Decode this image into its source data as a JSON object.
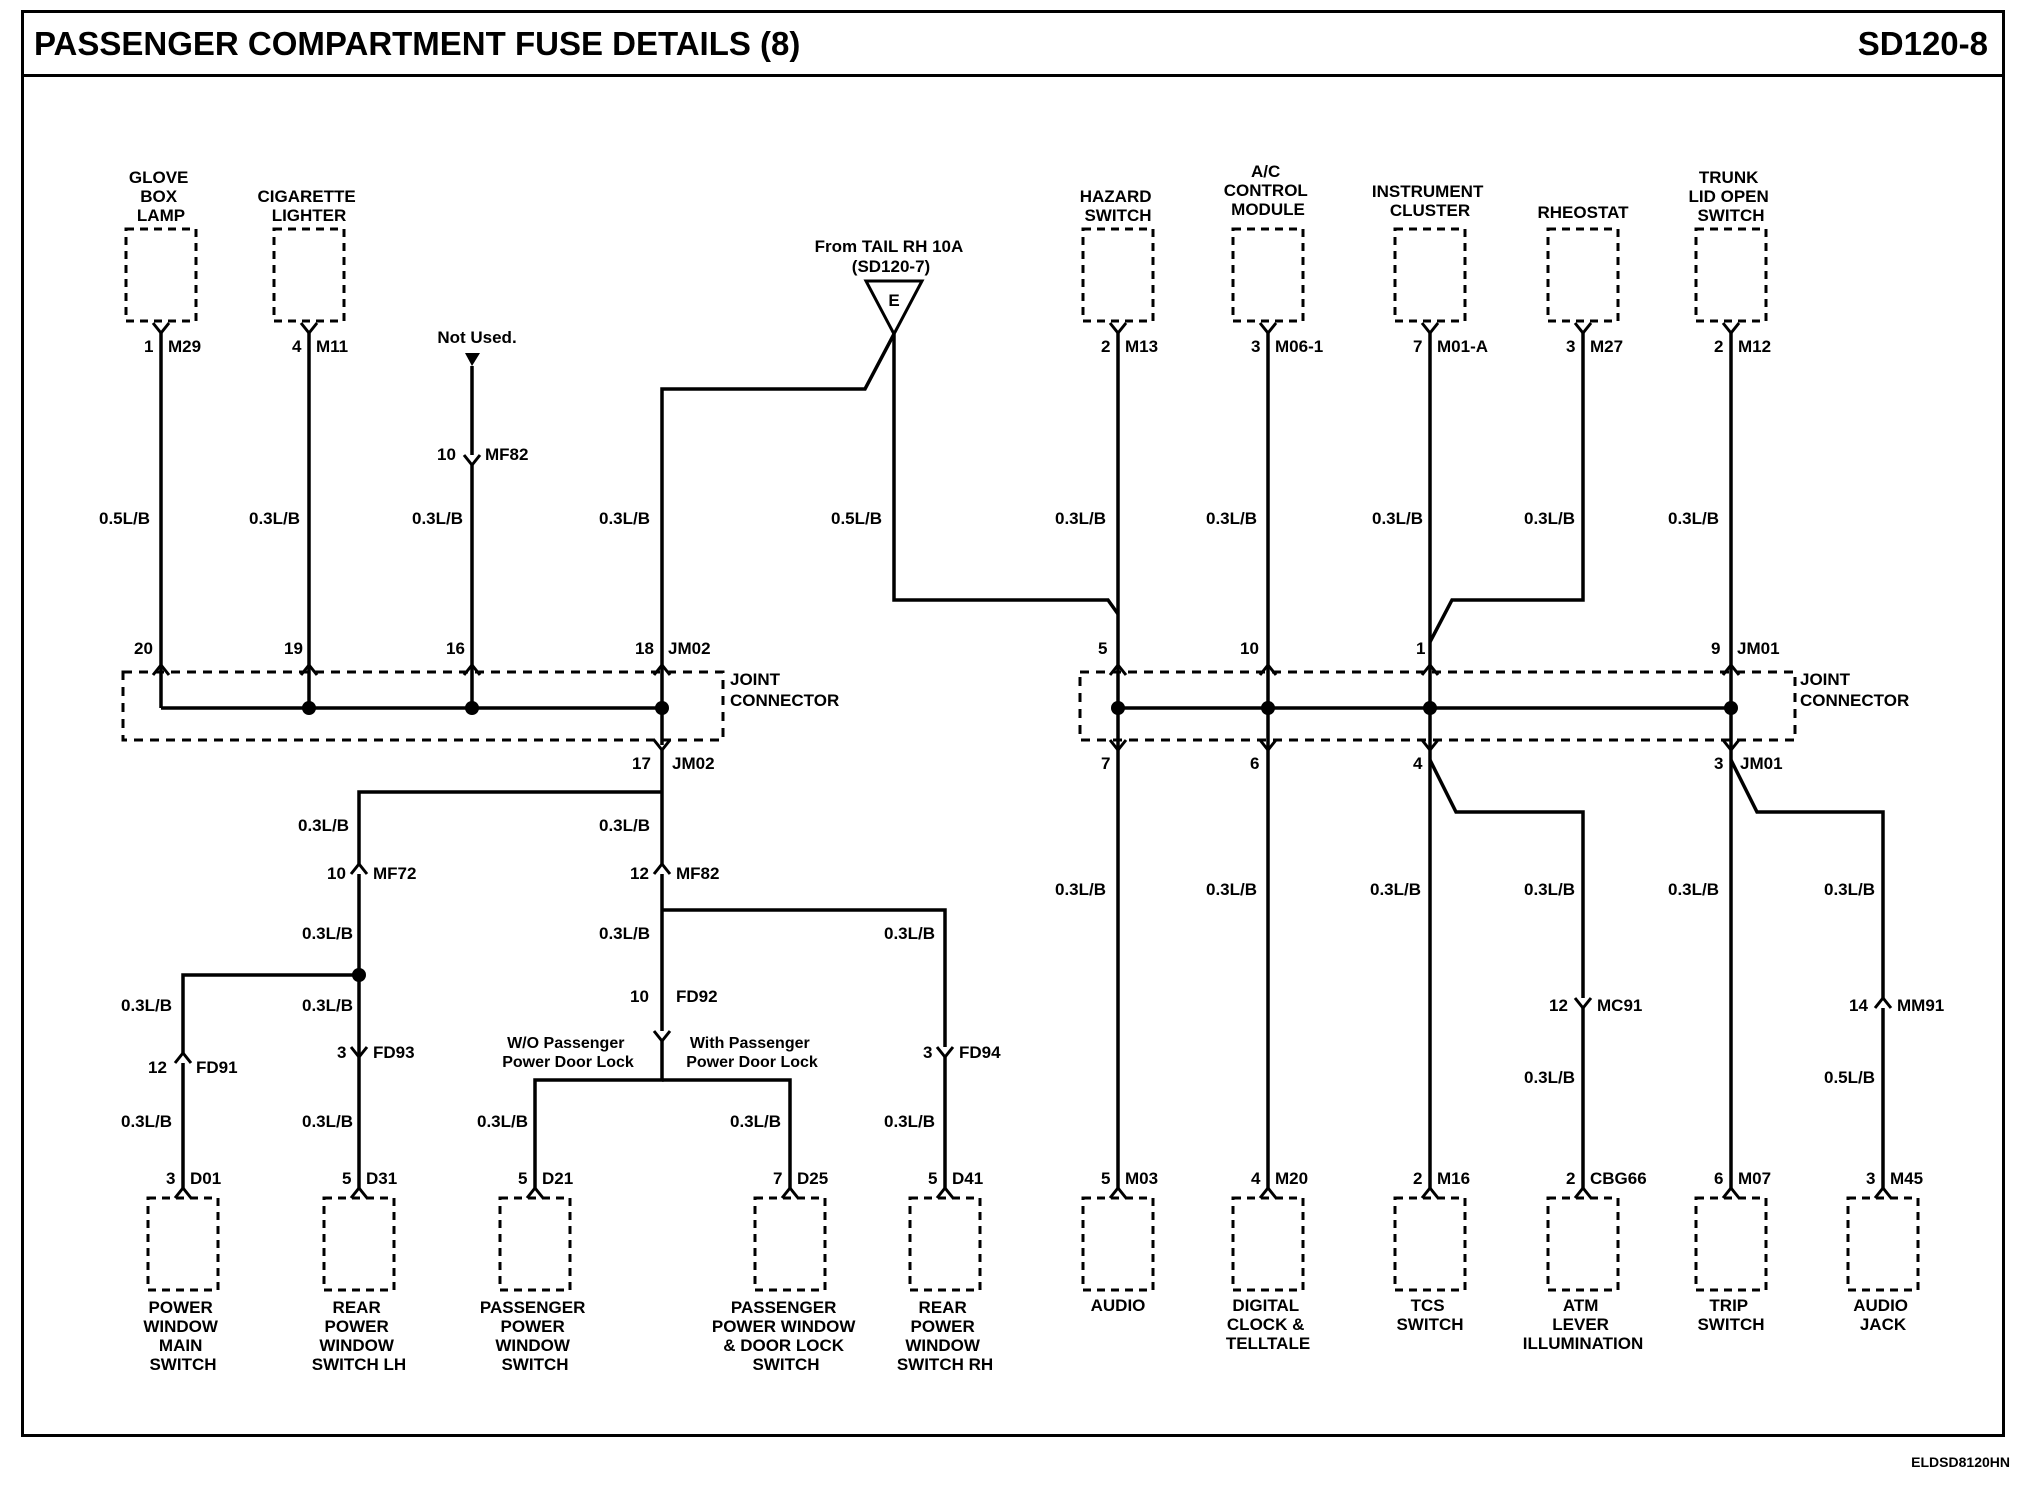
{
  "header": {
    "title": "PASSENGER COMPARTMENT FUSE DETAILS (8)",
    "code": "SD120-8"
  },
  "footer": {
    "code": "ELDSD8120HN"
  },
  "source": {
    "line1": "From TAIL RH 10A",
    "line2": "(SD120-7)",
    "terminal": "E"
  },
  "not_used": "Not Used.",
  "left_joint": {
    "label1": "JOINT",
    "label2": "CONNECTOR",
    "connector": "JM02",
    "pins": [
      "20",
      "19",
      "16",
      "18",
      "17"
    ]
  },
  "right_joint": {
    "label1": "JOINT",
    "label2": "CONNECTOR",
    "connector": "JM01",
    "pins": [
      "5",
      "10",
      "1",
      "9",
      "7",
      "6",
      "4",
      "3"
    ]
  },
  "top_components": [
    {
      "name": [
        "GLOVE",
        "BOX",
        "LAMP"
      ],
      "pin": "1",
      "conn": "M29",
      "wire": "0.5L/B"
    },
    {
      "name": [
        "CIGARETTE",
        "LIGHTER"
      ],
      "pin": "4",
      "conn": "M11",
      "wire": "0.3L/B"
    },
    {
      "name": [
        "HAZARD",
        "SWITCH"
      ],
      "pin": "2",
      "conn": "M13",
      "wire": "0.3L/B"
    },
    {
      "name": [
        "A/C",
        "CONTROL",
        "MODULE"
      ],
      "pin": "3",
      "conn": "M06-1",
      "wire": "0.3L/B"
    },
    {
      "name": [
        "INSTRUMENT",
        "CLUSTER"
      ],
      "pin": "7",
      "conn": "M01-A",
      "wire": "0.3L/B"
    },
    {
      "name": [
        "RHEOSTAT"
      ],
      "pin": "3",
      "conn": "M27",
      "wire": "0.3L/B"
    },
    {
      "name": [
        "TRUNK",
        "LID OPEN",
        "SWITCH"
      ],
      "pin": "2",
      "conn": "M12",
      "wire": "0.3L/B"
    }
  ],
  "mid_wires": {
    "mf82_top": {
      "pin": "10",
      "conn": "MF82",
      "wire": "0.3L/B"
    },
    "jm02_in": "0.3L/B",
    "source_wire": "0.5L/B"
  },
  "inline_connectors": [
    {
      "pin": "10",
      "conn": "MF72"
    },
    {
      "pin": "12",
      "conn": "MF82"
    },
    {
      "pin": "12",
      "conn": "FD91"
    },
    {
      "pin": "3",
      "conn": "FD93"
    },
    {
      "pin": "10",
      "conn": "FD92"
    },
    {
      "pin": "3",
      "conn": "FD94"
    },
    {
      "pin": "12",
      "conn": "MC91"
    },
    {
      "pin": "14",
      "conn": "MM91"
    }
  ],
  "options": {
    "without": [
      "W/O Passenger",
      "Power Door Lock"
    ],
    "with": [
      "With Passenger",
      "Power Door Lock"
    ]
  },
  "wire_labels": {
    "std": "0.3L/B",
    "alt": "0.5L/B"
  },
  "bottom_components": [
    {
      "name": [
        "POWER",
        "WINDOW",
        "MAIN",
        "SWITCH"
      ],
      "pin": "3",
      "conn": "D01"
    },
    {
      "name": [
        "REAR",
        "POWER",
        "WINDOW",
        "SWITCH LH"
      ],
      "pin": "5",
      "conn": "D31"
    },
    {
      "name": [
        "PASSENGER",
        "POWER",
        "WINDOW",
        "SWITCH"
      ],
      "pin": "5",
      "conn": "D21"
    },
    {
      "name": [
        "PASSENGER",
        "POWER WINDOW",
        "& DOOR LOCK",
        "SWITCH"
      ],
      "pin": "7",
      "conn": "D25"
    },
    {
      "name": [
        "REAR",
        "POWER",
        "WINDOW",
        "SWITCH RH"
      ],
      "pin": "5",
      "conn": "D41"
    },
    {
      "name": [
        "AUDIO"
      ],
      "pin": "5",
      "conn": "M03"
    },
    {
      "name": [
        "DIGITAL",
        "CLOCK &",
        "TELLTALE"
      ],
      "pin": "4",
      "conn": "M20"
    },
    {
      "name": [
        "TCS",
        "SWITCH"
      ],
      "pin": "2",
      "conn": "M16"
    },
    {
      "name": [
        "ATM",
        "LEVER",
        "ILLUMINATION"
      ],
      "pin": "2",
      "conn": "CBG66"
    },
    {
      "name": [
        "TRIP",
        "SWITCH"
      ],
      "pin": "6",
      "conn": "M07"
    },
    {
      "name": [
        "AUDIO",
        "JACK"
      ],
      "pin": "3",
      "conn": "M45"
    }
  ]
}
